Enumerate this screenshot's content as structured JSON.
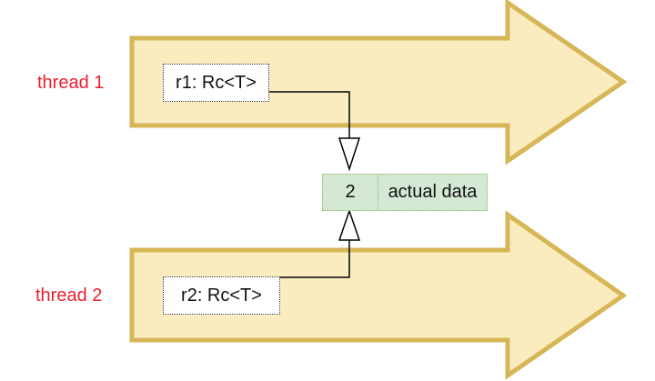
{
  "threads": [
    {
      "label": "thread 1",
      "ref": "r1: Rc<T>"
    },
    {
      "label": "thread 2",
      "ref": "r2: Rc<T>"
    }
  ],
  "shared": {
    "count": "2",
    "data": "actual data"
  },
  "colors": {
    "arrow_fill": "#fbecc0",
    "arrow_stroke": "#d6b656",
    "thread_label": "#e8212f",
    "cell_fill": "#d5e8d4",
    "cell_stroke": "#82b366"
  }
}
